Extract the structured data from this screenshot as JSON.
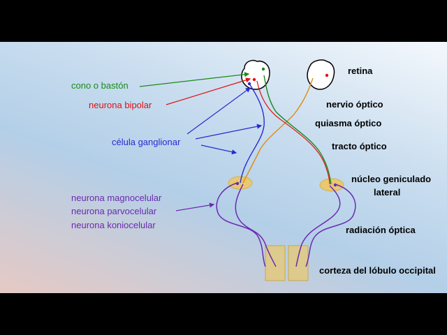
{
  "colors": {
    "green": "#1a8a1a",
    "red": "#e01010",
    "blue": "#2a2ad0",
    "purple": "#6a2ab0",
    "orange": "#e08a10",
    "gold": "#e8c870"
  },
  "left_labels": {
    "cone_rod": "cono o bastón",
    "bipolar": "neurona bipolar",
    "ganglion": "célula ganglionar",
    "magno": "neurona magnocelular",
    "parvo": "neurona parvocelular",
    "konio": "neurona koniocelular"
  },
  "right_labels": {
    "retina": "retina",
    "optic_nerve": "nervio óptico",
    "chiasm": "quiasma óptico",
    "tract": "tracto óptico",
    "lgn_line1": "núcleo geniculado",
    "lgn_line2": "lateral",
    "radiation": "radiación óptica",
    "cortex": "corteza del lóbulo occipital"
  }
}
